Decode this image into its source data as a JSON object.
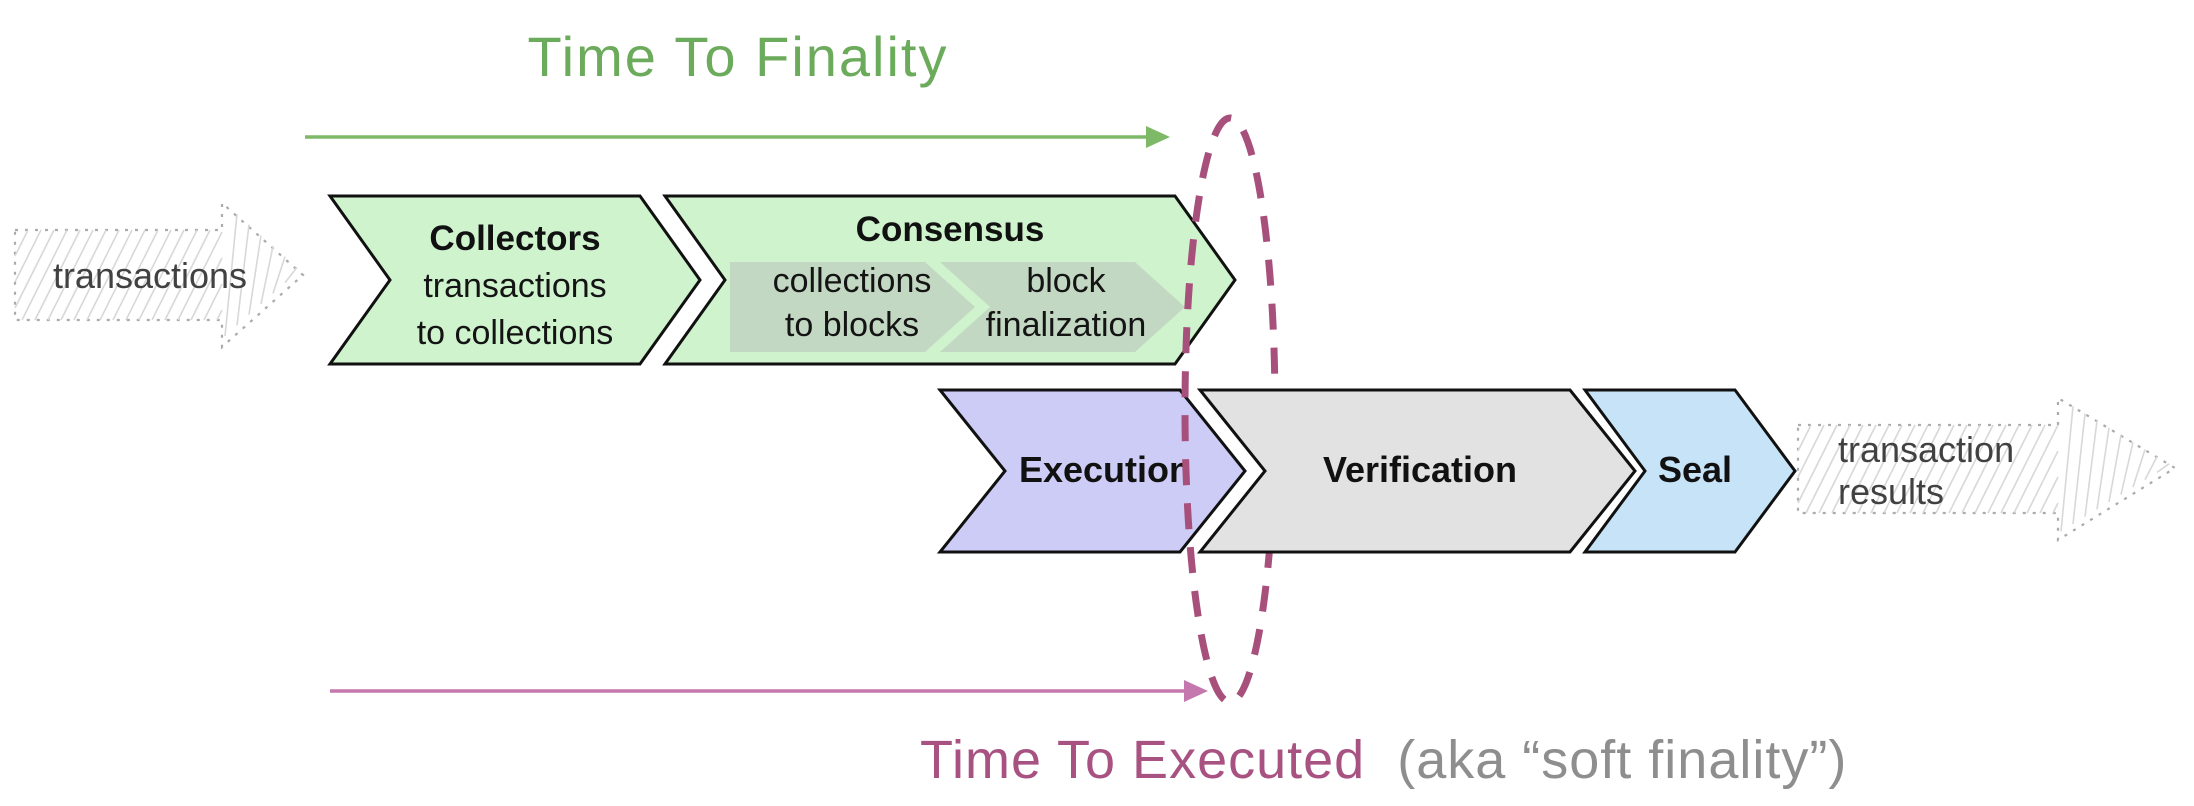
{
  "colors": {
    "title_green": "#6cab5c",
    "arrow_green": "#7db967",
    "chevron_green": "#cff3cd",
    "consensus_substep_fill": "#c3d8c2",
    "execution_purple": "#cdccf6",
    "verification_gray": "#e2e2e2",
    "seal_blue": "#c7e3f7",
    "ellipse_magenta": "#a8507c",
    "arrow_pink": "#c478ad",
    "executed_magenta": "#a85282",
    "soft_finality_gray": "#8e8e8e"
  },
  "timeline_top": {
    "label": "Time To Finality"
  },
  "timeline_bottom": {
    "label_primary": "Time To Executed",
    "label_secondary": "(aka “soft finality”)"
  },
  "input_arrow": {
    "label": "transactions"
  },
  "output_arrow": {
    "line1": "transaction",
    "line2": "results"
  },
  "stages": {
    "collectors": {
      "title": "Collectors",
      "sub_line1": "transactions",
      "sub_line2": "to collections"
    },
    "consensus": {
      "title": "Consensus",
      "steps": [
        {
          "line1": "collections",
          "line2": "to blocks"
        },
        {
          "line1": "block",
          "line2": "finalization"
        }
      ]
    },
    "execution": {
      "title": "Execution"
    },
    "verification": {
      "title": "Verification"
    },
    "seal": {
      "title": "Seal"
    }
  }
}
